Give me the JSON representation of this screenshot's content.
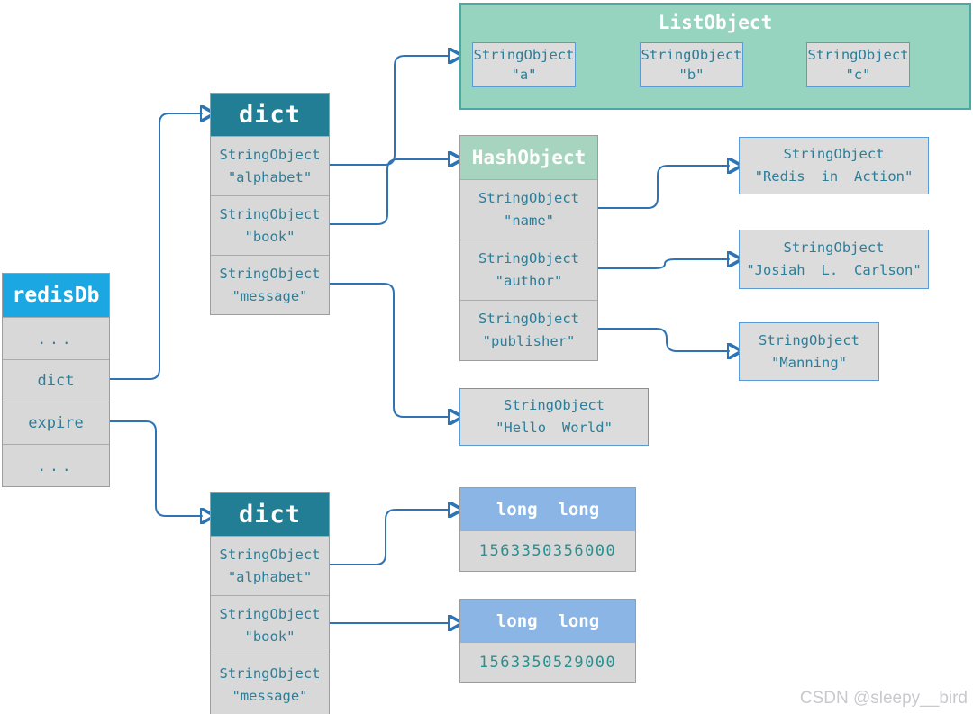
{
  "colors": {
    "redisdb_header": "#1BA7E1",
    "dict_header": "#217E95",
    "hash_header": "#A7D4BF",
    "list_fill": "#96D4C0",
    "list_border": "#4BA8A5",
    "long_header": "#8AB5E4",
    "row_fill": "#D8D8D8",
    "string_box_border": "#5B9BD5",
    "text_teal": "#2C7E99",
    "value_teal": "#2A8F8F",
    "connector_blue": "#2E74B5"
  },
  "redisdb": {
    "title": "redisDb",
    "rows": [
      "...",
      "dict",
      "expire",
      "..."
    ]
  },
  "dict_top": {
    "title": "dict",
    "rows": [
      {
        "line1": "StringObject",
        "line2": "\"alphabet\""
      },
      {
        "line1": "StringObject",
        "line2": "\"book\""
      },
      {
        "line1": "StringObject",
        "line2": "\"message\""
      }
    ]
  },
  "dict_bottom": {
    "title": "dict",
    "rows": [
      {
        "line1": "StringObject",
        "line2": "\"alphabet\""
      },
      {
        "line1": "StringObject",
        "line2": "\"book\""
      },
      {
        "line1": "StringObject",
        "line2": "\"message\""
      }
    ]
  },
  "list_object": {
    "title": "ListObject",
    "items": [
      {
        "line1": "StringObject",
        "line2": "\"a\""
      },
      {
        "line1": "StringObject",
        "line2": "\"b\""
      },
      {
        "line1": "StringObject",
        "line2": "\"c\""
      }
    ]
  },
  "hash_object": {
    "title": "HashObject",
    "rows": [
      {
        "line1": "StringObject",
        "line2": "\"name\""
      },
      {
        "line1": "StringObject",
        "line2": "\"author\""
      },
      {
        "line1": "StringObject",
        "line2": "\"publisher\""
      }
    ]
  },
  "string_boxes": {
    "redis_in_action": {
      "line1": "StringObject",
      "line2": "\"Redis in Action\""
    },
    "josiah": {
      "line1": "StringObject",
      "line2": "\"Josiah L. Carlson\""
    },
    "manning": {
      "line1": "StringObject",
      "line2": "\"Manning\""
    },
    "hello_world": {
      "line1": "StringObject",
      "line2": "\"Hello World\""
    }
  },
  "long_boxes": [
    {
      "title": "long long",
      "value": "1563350356000"
    },
    {
      "title": "long long",
      "value": "1563350529000"
    }
  ],
  "watermark": "CSDN @sleepy__bird"
}
